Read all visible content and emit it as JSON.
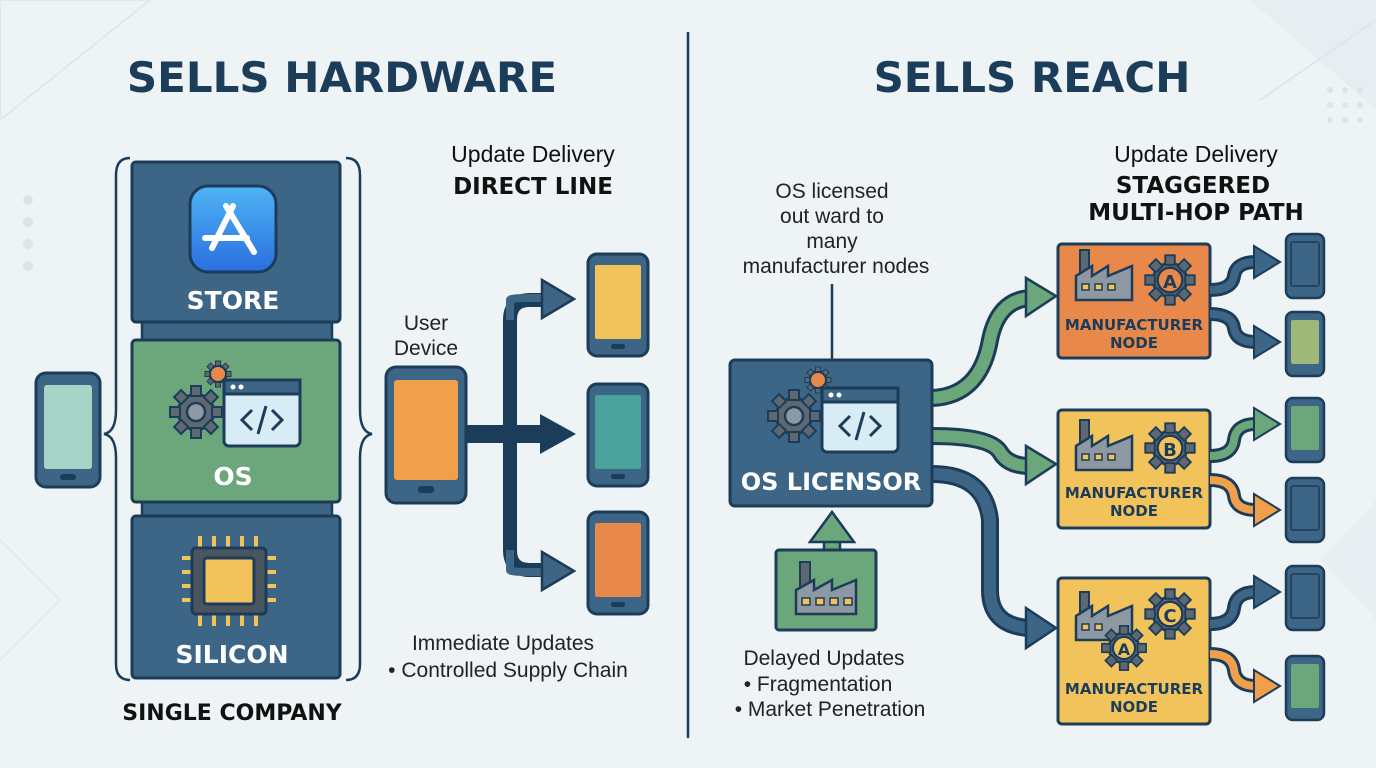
{
  "left": {
    "title": "SELLS HARDWARE",
    "stack": {
      "store": "STORE",
      "os": "OS",
      "silicon": "SILICON"
    },
    "caption": "SINGLE COMPANY",
    "delivery_heading": "Update Delivery",
    "delivery_mode": "DIRECT LINE",
    "user_device_line1": "User",
    "user_device_line2": "Device",
    "benefit_line1": "Immediate Updates",
    "benefit_line2": "• Controlled Supply Chain"
  },
  "right": {
    "title": "SELLS REACH",
    "delivery_heading": "Update Delivery",
    "delivery_mode_line1": "STAGGERED",
    "delivery_mode_line2": "MULTI-HOP PATH",
    "licensor_note": [
      "OS licensed",
      "out ward to",
      "many",
      "manufacturer nodes"
    ],
    "licensor_label": "OS LICENSOR",
    "manufacturers": [
      {
        "badge": "A",
        "line1": "MANUFACTURER",
        "line2": "NODE",
        "color": "#e8884a"
      },
      {
        "badge": "B",
        "line1": "MANUFACTURER",
        "line2": "NODE",
        "color": "#f2c35a"
      },
      {
        "badge": "C",
        "line1": "MANUFACTURER",
        "line2": "NODE",
        "color": "#f2c35a",
        "badge2": "A"
      }
    ],
    "consequence_line1": "Delayed Updates",
    "consequence_line2": "• Fragmentation",
    "consequence_line3": "• Market Penetration"
  },
  "colors": {
    "navy": "#1c3d5a",
    "slate": "#3d6585",
    "green": "#6ba77a",
    "orange": "#e8884a",
    "yellow": "#f2c35a",
    "teal": "#4aa39a",
    "blue_store": "#2f7fe0"
  }
}
